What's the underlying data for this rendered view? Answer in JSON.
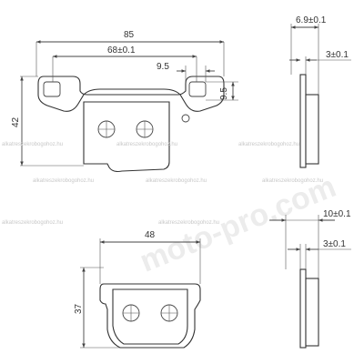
{
  "watermark": {
    "site": "alkatreszekrobogohoz.hu",
    "brand": "moto-pro.com"
  },
  "top_view": {
    "overall_width": "85",
    "hole_spacing": "68±0.1",
    "ear_width": "9.5",
    "ear_height": "9.5",
    "height": "42"
  },
  "top_side_view": {
    "total_thickness": "6.9±0.1",
    "plate_thickness": "3±0.1"
  },
  "bottom_view": {
    "width": "48",
    "height": "37"
  },
  "bottom_side_view": {
    "total_thickness": "10±0.1",
    "plate_thickness": "3±0.1"
  }
}
